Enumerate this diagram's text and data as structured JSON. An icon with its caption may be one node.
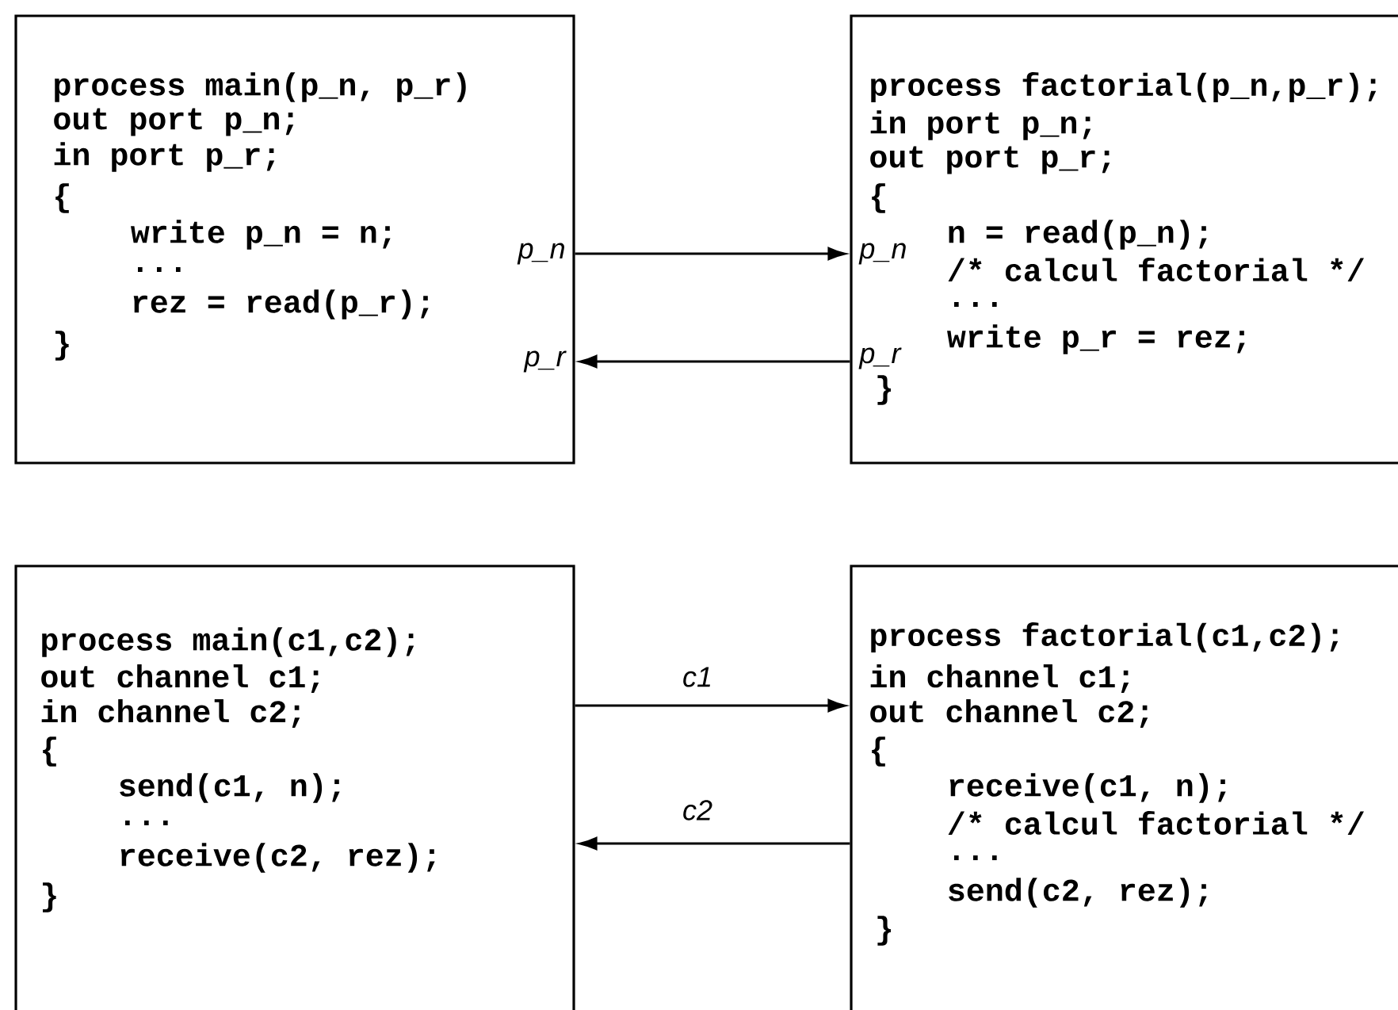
{
  "diagram": {
    "nodes": [
      {
        "text": [
          "process main(p_n, p_r)",
          "out port p_n;",
          "in  port p_r;",
          "{",
          "write p_n = n;",
          "...",
          "rez = read(p_r);",
          "}",
          "p_n",
          "p_r"
        ]
      },
      {
        "text": [
          "process factorial(p_n,p_r);",
          "in  port p_n;",
          "out port p_r;",
          "{",
          "n = read(p_n);",
          "/* calcul factorial */",
          "...",
          "write p_r = rez;",
          "}",
          "p_n",
          "p_r"
        ]
      },
      {
        "text": [
          "process main(c1,c2);",
          "out channel c1;",
          "in  channel c2;",
          "{",
          "send(c1, n);",
          "...",
          "receive(c2, rez);",
          "}"
        ]
      },
      {
        "text": [
          "process factorial(c1,c2);",
          "in  channel c1;",
          "out channel c2;",
          "{",
          "receive(c1, n);",
          "/* calcul factorial */",
          "...",
          "send(c2, rez);",
          "}"
        ]
      }
    ],
    "edges": [
      {
        "from": 0,
        "to": 1,
        "arrow": "to"
      },
      {
        "from": 1,
        "to": 0,
        "arrow": "to"
      },
      {
        "from": 2,
        "to": 3,
        "arrow": "to",
        "label": "c1"
      },
      {
        "from": 3,
        "to": 2,
        "arrow": "to",
        "label": "c2"
      }
    ]
  }
}
